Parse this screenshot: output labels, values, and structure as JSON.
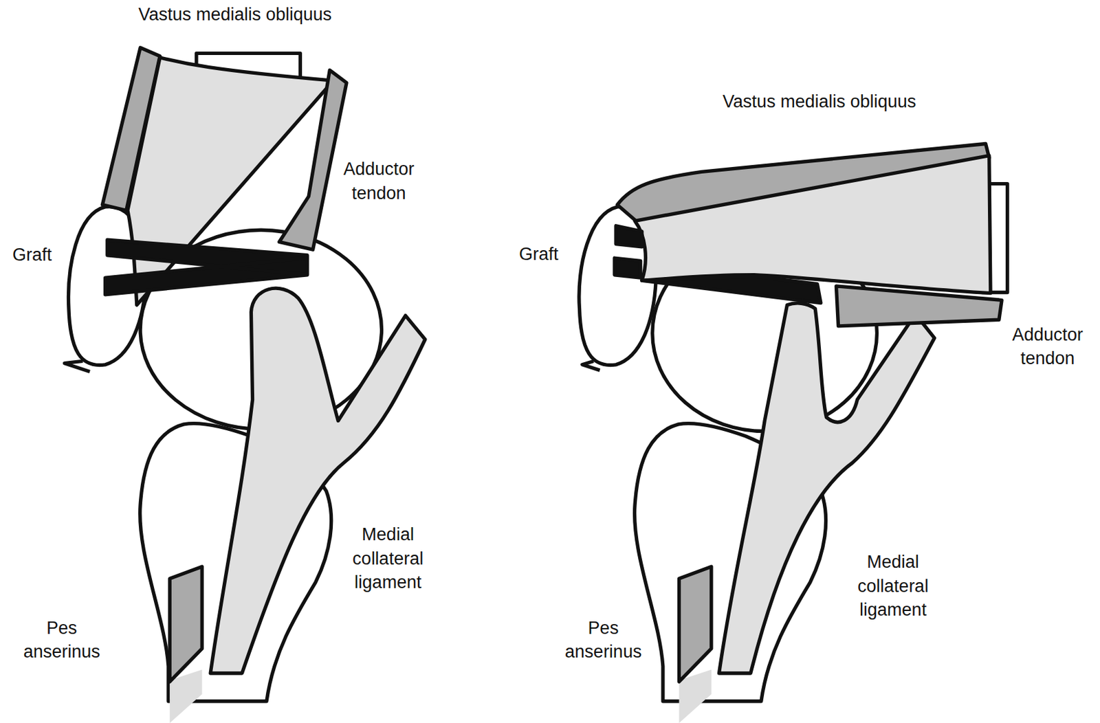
{
  "diagram": {
    "labels": [
      "Vastus medialis obliquus",
      "Adductor tendon",
      "Graft",
      "Medial collateral ligament",
      "Pes anserinus",
      "Vastus medialis obliquus",
      "Graft",
      "Adductor tendon",
      "Medial collateral ligament",
      "Pes anserinus"
    ]
  }
}
